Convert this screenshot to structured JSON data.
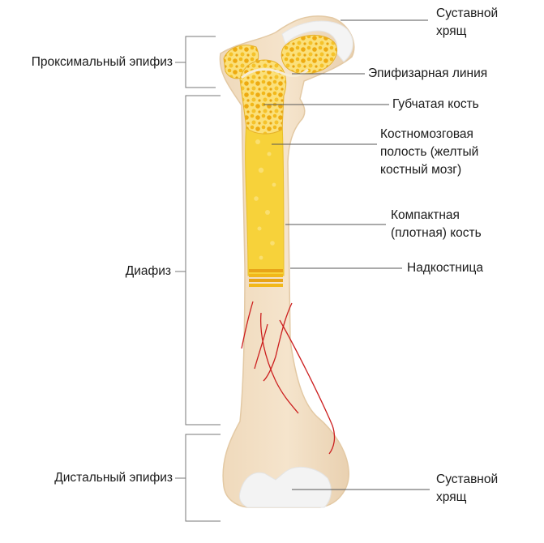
{
  "labels": {
    "articular_cartilage_top": {
      "line1": "Суставной",
      "line2": "хрящ"
    },
    "epiphyseal_line": "Эпифизарная линия",
    "spongy_bone": "Губчатая кость",
    "medullary_cavity": {
      "line1": "Костномозговая",
      "line2": "полость (желтый",
      "line3": "костный мозг)"
    },
    "compact_bone": {
      "line1": "Компактная",
      "line2": "(плотная) кость"
    },
    "periosteum": "Надкостница",
    "articular_cartilage_bottom": {
      "line1": "Суставной",
      "line2": "хрящ"
    },
    "proximal_epiphysis": "Проксимальный эпифиз",
    "diaphysis": "Диафиз",
    "distal_epiphysis": "Дистальный эпифиз"
  },
  "colors": {
    "bone": "#f0dcc0",
    "bone_edge": "#e3c9a4",
    "cartilage": "#f2f2f2",
    "marrow": "#f7d23a",
    "spongy": "#f2b81a",
    "spongy_light": "#fbe07a",
    "vessel": "#cc1f1f",
    "leader": "#555555",
    "bracket": "#777777"
  }
}
